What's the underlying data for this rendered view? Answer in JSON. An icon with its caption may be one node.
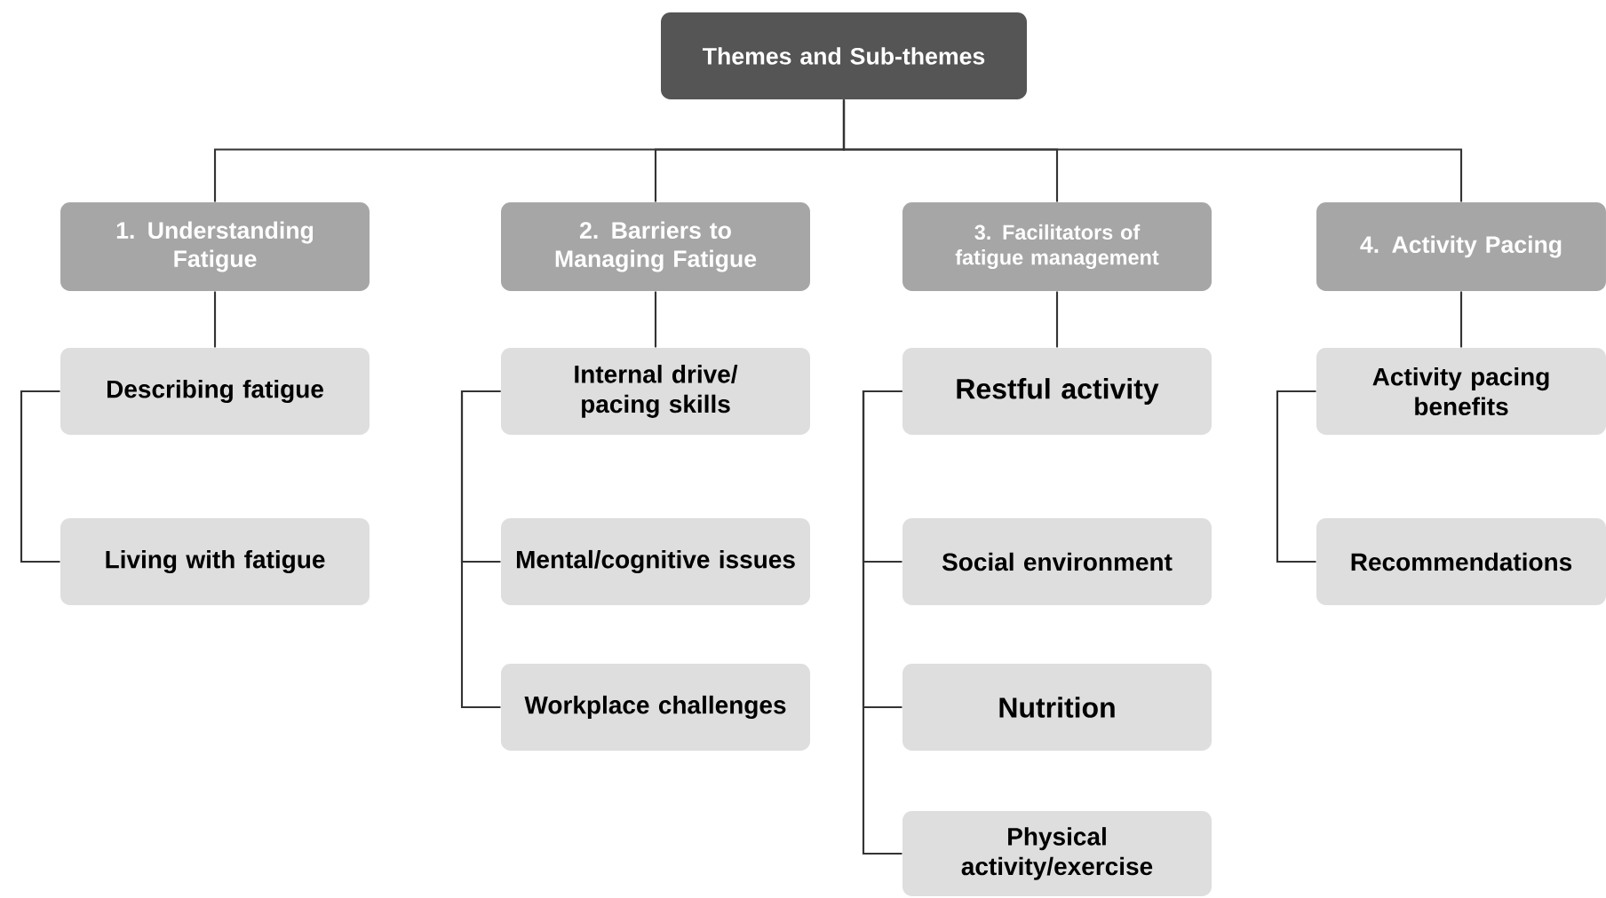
{
  "diagram": {
    "nodes": [
      {
        "text": [
          "Themes and Sub-themes"
        ]
      },
      {
        "text": [
          "1. Understanding Fatigue"
        ]
      },
      {
        "text": [
          "Describing fatigue"
        ]
      },
      {
        "text": [
          "Living with fatigue"
        ]
      },
      {
        "text": [
          "2. Barriers to Managing Fatigue"
        ]
      },
      {
        "text": [
          "Internal drive/ pacing skills"
        ]
      },
      {
        "text": [
          "Mental/cognitive issues"
        ]
      },
      {
        "text": [
          "Workplace challenges"
        ]
      },
      {
        "text": [
          "3. Facilitators of fatigue management"
        ]
      },
      {
        "text": [
          "Restful activity"
        ]
      },
      {
        "text": [
          "Social environment"
        ]
      },
      {
        "text": [
          "Nutrition"
        ]
      },
      {
        "text": [
          "Physical activity/exercise"
        ]
      },
      {
        "text": [
          "4. Activity Pacing"
        ]
      },
      {
        "text": [
          "Activity pacing benefits"
        ]
      },
      {
        "text": [
          "Recommendations"
        ]
      }
    ],
    "edges": [
      {
        "from": 0,
        "to": 1,
        "arrow": "none"
      },
      {
        "from": 0,
        "to": 4,
        "arrow": "none"
      },
      {
        "from": 0,
        "to": 8,
        "arrow": "none"
      },
      {
        "from": 0,
        "to": 13,
        "arrow": "none"
      },
      {
        "from": 1,
        "to": 2,
        "arrow": "none"
      },
      {
        "from": 2,
        "to": 3,
        "arrow": "none"
      },
      {
        "from": 4,
        "to": 5,
        "arrow": "none"
      },
      {
        "from": 5,
        "to": 6,
        "arrow": "none"
      },
      {
        "from": 5,
        "to": 7,
        "arrow": "none"
      },
      {
        "from": 8,
        "to": 9,
        "arrow": "none"
      },
      {
        "from": 9,
        "to": 10,
        "arrow": "none"
      },
      {
        "from": 9,
        "to": 11,
        "arrow": "none"
      },
      {
        "from": 9,
        "to": 12,
        "arrow": "none"
      },
      {
        "from": 13,
        "to": 14,
        "arrow": "none"
      },
      {
        "from": 14,
        "to": 15,
        "arrow": "none"
      }
    ]
  }
}
